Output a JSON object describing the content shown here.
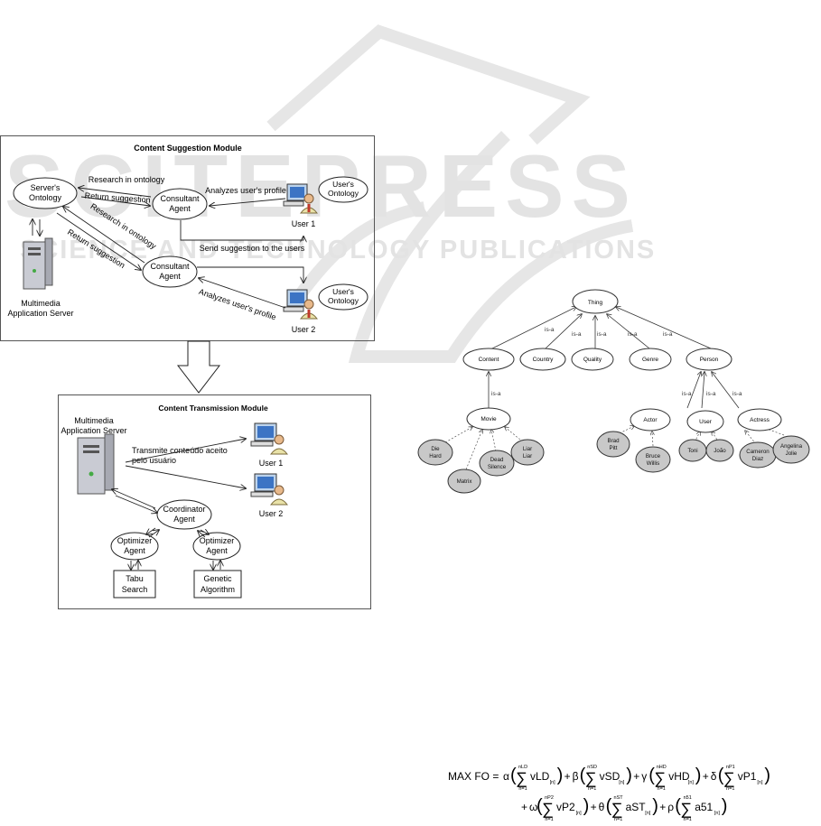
{
  "watermark": {
    "brand": "SCITEPRESS",
    "tagline": "SCIENCE AND TECHNOLOGY PUBLICATIONS"
  },
  "suggestion_module": {
    "title": "Content Suggestion Module",
    "servers_ontology": [
      "Server's",
      "Ontology"
    ],
    "consultant_agent_1": [
      "Consultant",
      "Agent"
    ],
    "consultant_agent_2": [
      "Consultant",
      "Agent"
    ],
    "users_ontology_1": [
      "User's",
      "Ontology"
    ],
    "users_ontology_2": [
      "User's",
      "Ontology"
    ],
    "user_1": "User 1",
    "user_2": "User 2",
    "server_label": [
      "Multimedia",
      "Application Server"
    ],
    "arrow_research_1": "Research in ontology",
    "arrow_return_1": "Return suggestion",
    "arrow_analyzes_1": "Analyzes user's profile",
    "arrow_research_2": "Research in ontology",
    "arrow_return_2": "Return suggestion",
    "arrow_send": "Send suggestion to the users",
    "arrow_analyzes_2": "Analyzes user's profile"
  },
  "transmission_module": {
    "title": "Content Transmission Module",
    "server_label": [
      "Multimedia",
      "Application Server"
    ],
    "transmit_text": [
      "Transmite conteúdo aceito",
      "pelo usuário"
    ],
    "user_1": "User 1",
    "user_2": "User 2",
    "coordinator": [
      "Coordinator",
      "Agent"
    ],
    "optimizer_1": [
      "Optimizer",
      "Agent"
    ],
    "optimizer_2": [
      "Optimizer",
      "Agent"
    ],
    "tabu": [
      "Tabu",
      "Search"
    ],
    "genetic": [
      "Genetic",
      "Algorithm"
    ]
  },
  "ontology_tree": {
    "root": "Thing",
    "edge_label": "is-a",
    "level1": [
      "Content",
      "Country",
      "Quality",
      "Genre",
      "Person"
    ],
    "movie": "Movie",
    "movies": [
      [
        "Die",
        "Hard"
      ],
      [
        "Matrix"
      ],
      [
        "Dead",
        "Silence"
      ],
      [
        "Liar",
        "Liar"
      ]
    ],
    "person_children": [
      "Actor",
      "User",
      "Actress"
    ],
    "actors": [
      [
        "Brad",
        "Pitt"
      ],
      [
        "Bruce",
        "Willis"
      ]
    ],
    "users": [
      [
        "Toni"
      ],
      [
        "João"
      ]
    ],
    "actresses": [
      [
        "Cameron",
        "Diaz"
      ],
      [
        "Angelina",
        "Jolie"
      ]
    ]
  },
  "formula": {
    "lhs": "MAX FO =",
    "terms_line1": [
      {
        "coef": "α",
        "upper": "nLD",
        "lower": "n=1",
        "var": "vLD",
        "sub": "[n]"
      },
      {
        "coef": "β",
        "upper": "nSD",
        "lower": "n=1",
        "var": "vSD",
        "sub": "[n]"
      },
      {
        "coef": "γ",
        "upper": "nHD",
        "lower": "n=1",
        "var": "vHD",
        "sub": "[n]"
      },
      {
        "coef": "δ",
        "upper": "nP1",
        "lower": "n=1",
        "var": "vP1",
        "sub": "[n]"
      }
    ],
    "terms_line2": [
      {
        "coef": "ω",
        "upper": "nP2",
        "lower": "n=1",
        "var": "vP2",
        "sub": "[n]"
      },
      {
        "coef": "θ",
        "upper": "nST",
        "lower": "n=1",
        "var": "aST",
        "sub": "[n]"
      },
      {
        "coef": "ρ",
        "upper": "n51",
        "lower": "n=1",
        "var": "a51",
        "sub": "[n]"
      }
    ]
  }
}
